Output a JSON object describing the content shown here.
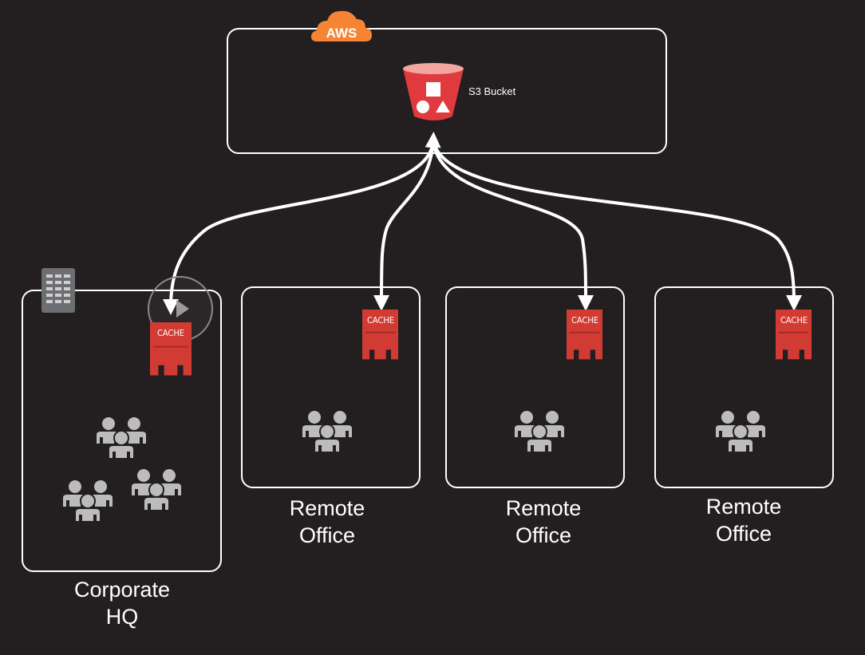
{
  "cloud": {
    "provider_label": "AWS",
    "bucket_label": "S3 Bucket"
  },
  "sites": [
    {
      "line1": "Corporate",
      "line2": "HQ",
      "cache_label": "CACHE"
    },
    {
      "line1": "Remote",
      "line2": "Office",
      "cache_label": "CACHE"
    },
    {
      "line1": "Remote",
      "line2": "Office",
      "cache_label": "CACHE"
    },
    {
      "line1": "Remote",
      "line2": "Office",
      "cache_label": "CACHE"
    }
  ],
  "colors": {
    "background": "#231f20",
    "box_stroke": "#ffffff",
    "aws_orange": "#f58534",
    "s3_red": "#e0393e",
    "cache_red": "#d13b33",
    "people_gray": "#bcbcbc",
    "building_gray": "#6d6e71"
  }
}
